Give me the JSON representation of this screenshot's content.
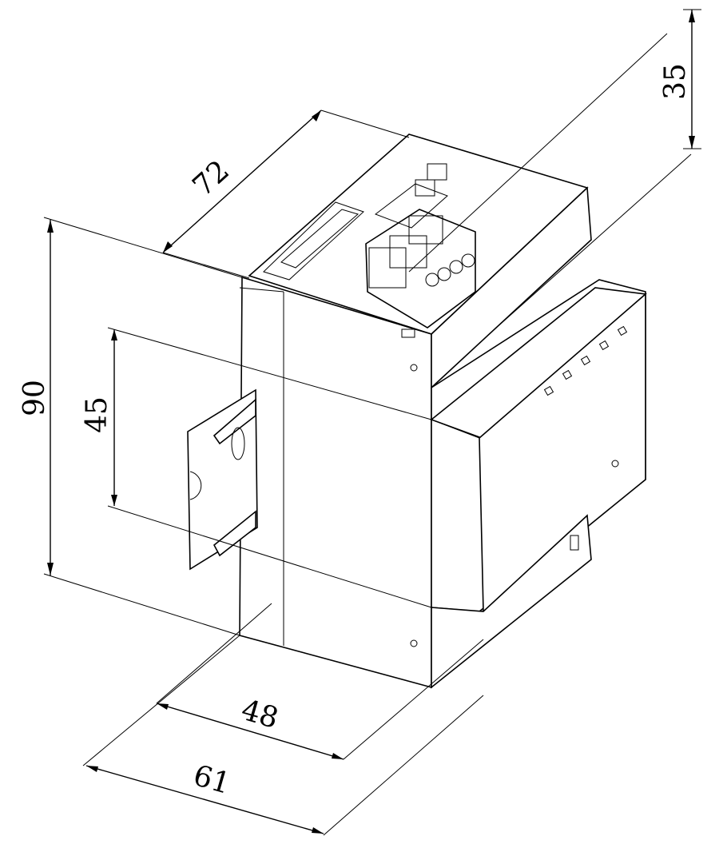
{
  "dimensions": {
    "width_72": "72",
    "depth_35": "35",
    "height_90": "90",
    "rail_45": "45",
    "width_48": "48",
    "width_61": "61"
  },
  "colors": {
    "line": "#000000",
    "background": "#ffffff"
  }
}
